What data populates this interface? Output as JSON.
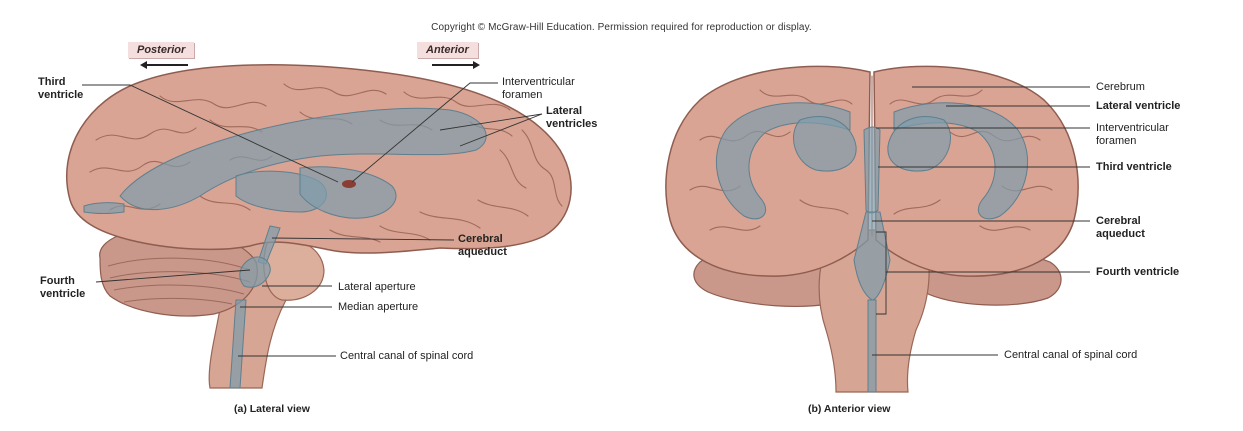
{
  "copyright": "Copyright © McGraw-Hill Education. Permission required for reproduction or display.",
  "lateral": {
    "posterior": "Posterior",
    "anterior": "Anterior",
    "labels": {
      "third_ventricle": "Third\nventricle",
      "interventricular_foramen": "Interventricular\nforamen",
      "lateral_ventricles": "Lateral\nventricles",
      "cerebral_aqueduct": "Cerebral\naqueduct",
      "fourth_ventricle": "Fourth\nventricle",
      "lateral_aperture": "Lateral aperture",
      "median_aperture": "Median aperture",
      "central_canal": "Central canal of spinal cord"
    },
    "caption": "(a) Lateral view"
  },
  "anterior": {
    "labels": {
      "cerebrum": "Cerebrum",
      "lateral_ventricle": "Lateral ventricle",
      "interventricular_foramen": "Interventricular\nforamen",
      "third_ventricle": "Third ventricle",
      "cerebral_aqueduct": "Cerebral\naqueduct",
      "fourth_ventricle": "Fourth ventricle",
      "central_canal": "Central canal of spinal cord"
    },
    "caption": "(b) Anterior view"
  },
  "colors": {
    "brain_tissue": "#d9a493",
    "brain_gyrus_line": "#a06a5d",
    "cerebellum": "#c79584",
    "brainstem": "#d7a896",
    "ventricle": "#7f9caa",
    "leader_line": "#333333"
  }
}
